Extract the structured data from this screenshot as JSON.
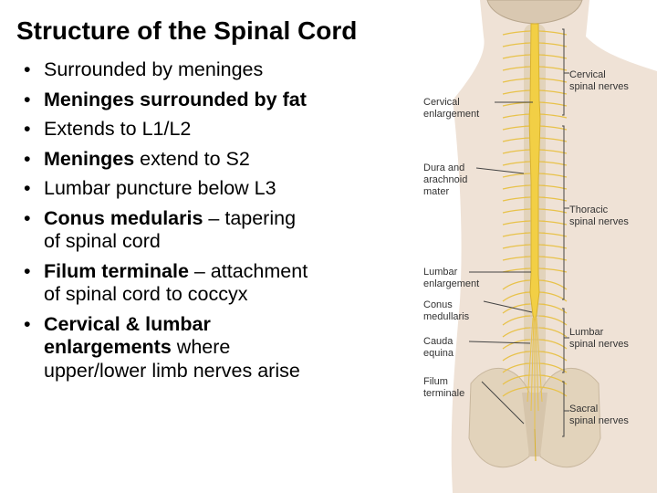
{
  "slide": {
    "title": "Structure of the Spinal Cord",
    "bullets": [
      {
        "bold": "",
        "text": "Surrounded by meninges"
      },
      {
        "bold": "Meninges surrounded by fat",
        "text": ""
      },
      {
        "bold": "",
        "text": "Extends to L1/L2"
      },
      {
        "bold": "Meninges",
        "text": " extend to S2"
      },
      {
        "bold": "",
        "text": "Lumbar puncture below L3"
      },
      {
        "bold": "Conus medularis",
        "text": " – tapering of spinal cord"
      },
      {
        "bold": "Filum terminale",
        "text": " – attachment of spinal cord to coccyx"
      },
      {
        "bold": "Cervical & lumbar enlargements",
        "text": " where upper/lower limb nerves arise"
      }
    ]
  },
  "figure": {
    "left_labels": {
      "cervical_enlargement": [
        "Cervical",
        "enlargement"
      ],
      "dura_arachnoid": [
        "Dura and",
        "arachnoid",
        "mater"
      ],
      "lumbar_enlargement": [
        "Lumbar",
        "enlargement"
      ],
      "conus": [
        "Conus",
        "medullaris"
      ],
      "cauda": [
        "Cauda",
        "equina"
      ],
      "filum": [
        "Filum",
        "terminale"
      ]
    },
    "right_labels": {
      "cervical_nerves": [
        "Cervical",
        "spinal nerves"
      ],
      "thoracic_nerves": [
        "Thoracic",
        "spinal nerves"
      ],
      "lumbar_nerves": [
        "Lumbar",
        "spinal nerves"
      ],
      "sacral_nerves": [
        "Sacral",
        "spinal nerves"
      ]
    },
    "colors": {
      "skin": "#efe2d6",
      "bone": "#e2d3bb",
      "cord": "#f2cf45",
      "nerve": "#e8c24a",
      "line": "#444444"
    }
  }
}
